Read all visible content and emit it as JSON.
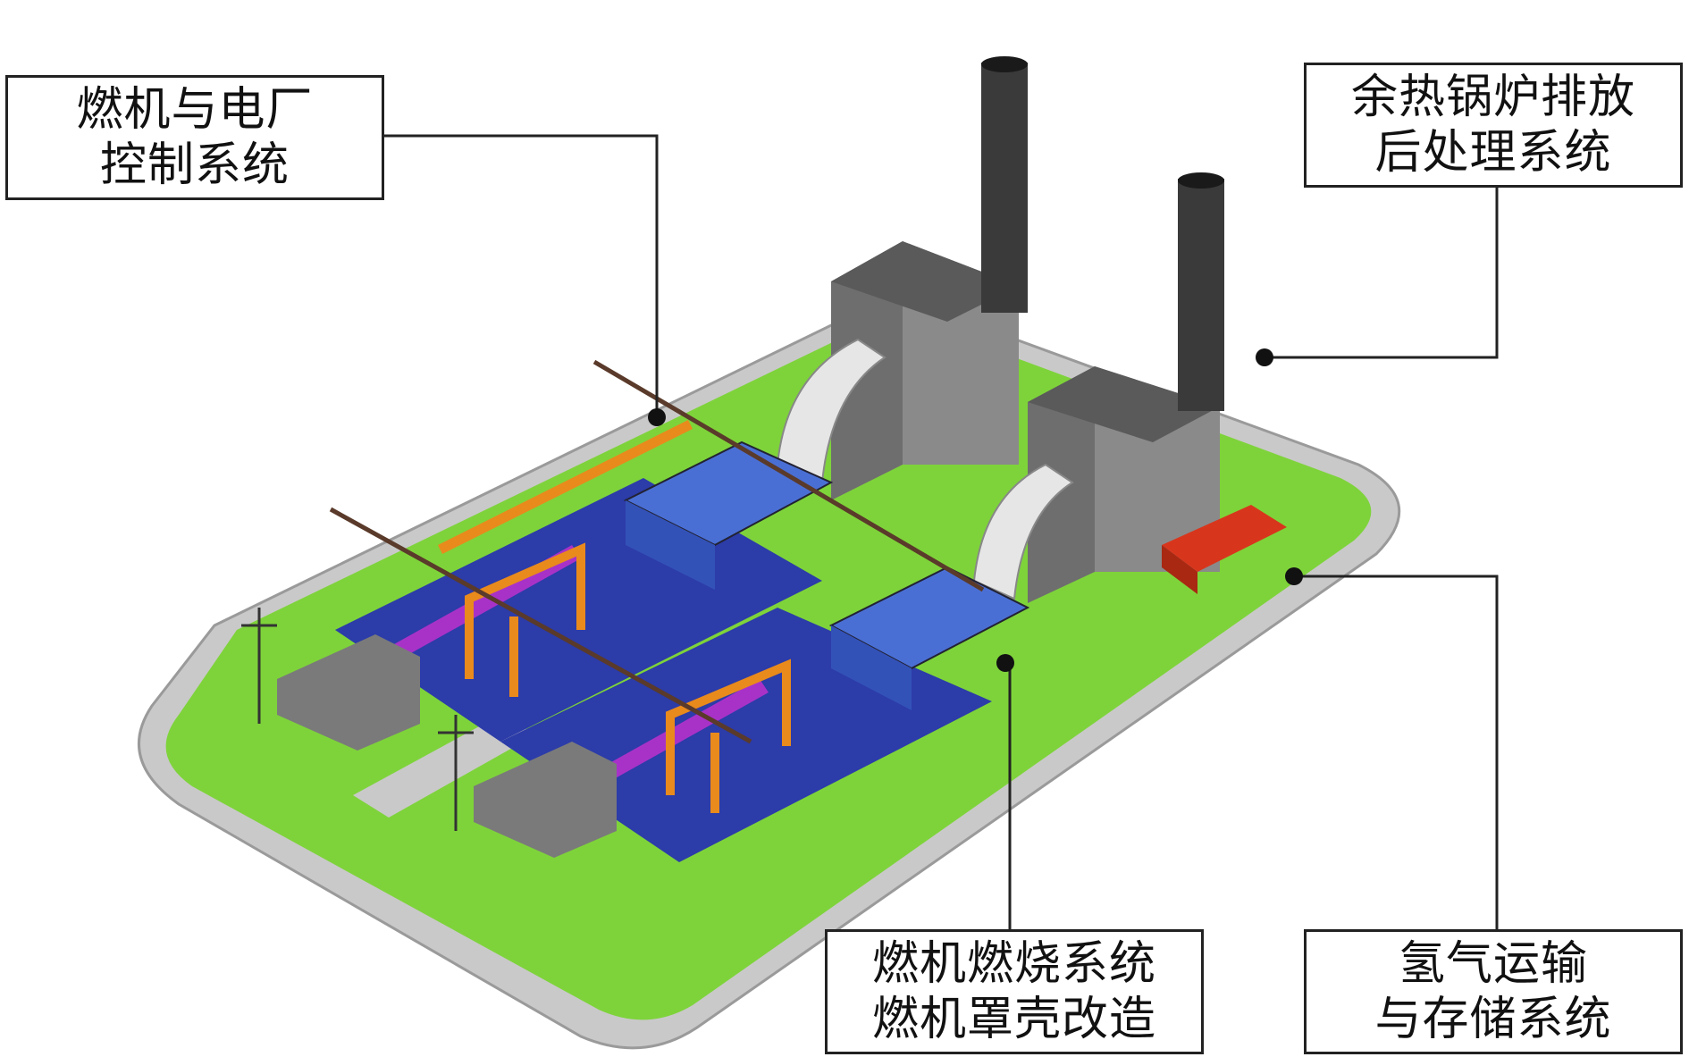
{
  "labels": {
    "control_system": {
      "line1": "燃机与电厂",
      "line2": "控制系统"
    },
    "exhaust_treatment": {
      "line1": "余热锅炉排放",
      "line2": "后处理系统"
    },
    "combustion_system": {
      "line1": "燃机燃烧系统",
      "line2": "燃机罩壳改造"
    },
    "hydrogen_system": {
      "line1": "氢气运输",
      "line2": "与存储系统"
    }
  },
  "colors": {
    "ground_green": "#7ed33a",
    "road_grey": "#c9c9c9",
    "equipment_blue": "#2c3ca8",
    "turbine_blue": "#4a6fd4",
    "hrsg_grey": "#8a8a8a",
    "stack_dark": "#3a3a3a",
    "crane_orange": "#e98a1c",
    "pipe_magenta": "#a832c8",
    "rack_red": "#d8361c"
  }
}
